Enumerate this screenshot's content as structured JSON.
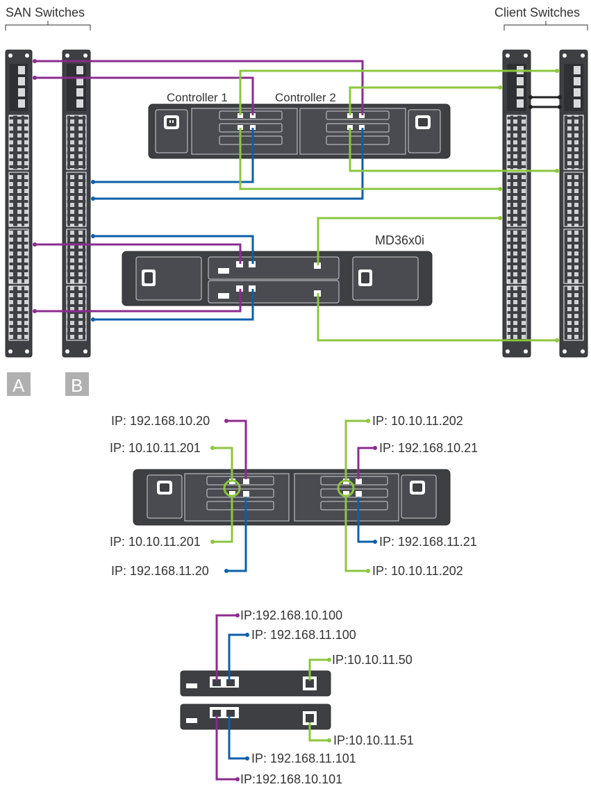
{
  "colors": {
    "purple": "#8B2B8F",
    "blue": "#0B5FA8",
    "green": "#8CC63F",
    "device_dark": "#3E3F43",
    "device_border": "#2A2B2E",
    "badge_gray": "#B0B0B0"
  },
  "top_diagram": {
    "san_switches_label": "SAN Switches",
    "client_switches_label": "Client Switches",
    "controller1_label": "Controller 1",
    "controller2_label": "Controller 2",
    "array_label": "MD36x0i",
    "switch_a_label": "A",
    "switch_b_label": "B"
  },
  "controller_ips": {
    "c1_top_purple": "IP: 192.168.10.20",
    "c1_top_green": "IP: 10.10.11.201",
    "c1_bottom_green": "IP: 10.10.11.201",
    "c1_bottom_blue": "IP: 192.168.11.20",
    "c2_top_green": "IP: 10.10.11.202",
    "c2_top_purple": "IP: 192.168.10.21",
    "c2_bottom_blue": "IP: 192.168.11.21",
    "c2_bottom_green": "IP: 10.10.11.202"
  },
  "array_ips": {
    "top_purple": "IP:192.168.10.100",
    "top_blue": "IP: 192.168.11.100",
    "top_green": "IP:10.10.11.50",
    "bottom_green": "IP:10.10.11.51",
    "bottom_blue": "IP: 192.168.11.101",
    "bottom_purple": "IP:192.168.10.101"
  },
  "icons": [
    "power-socket-icon",
    "ethernet-port-icon",
    "network-switch-icon"
  ]
}
